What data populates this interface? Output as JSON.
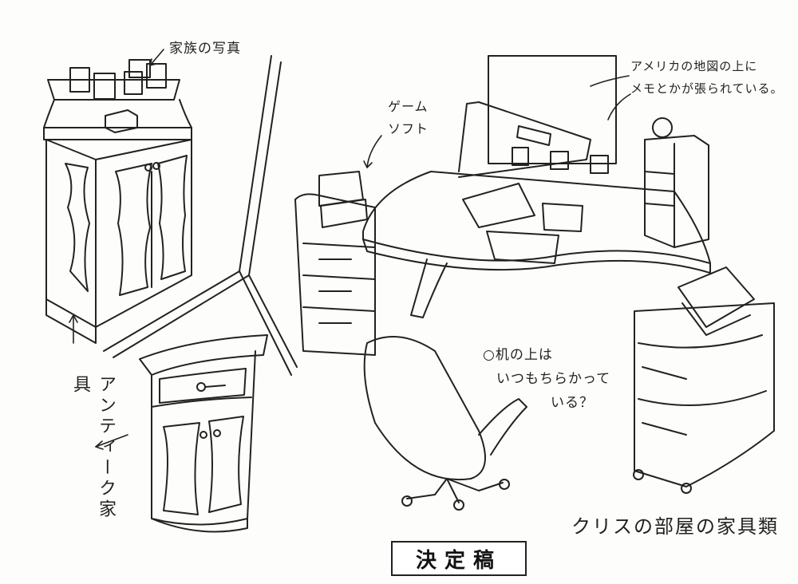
{
  "title": "クリスの部屋の家具類",
  "stamp": "決定稿",
  "annotations": {
    "family_photos": "家族の写真",
    "map_line1": "アメリカの地図の上に",
    "map_line2": "メモとかが張られている。",
    "game_soft_line1": "ゲーム",
    "game_soft_line2": "ソフト",
    "desk_line1": "○机の上は",
    "desk_line2": "いつもちらかって",
    "desk_line3": "いる？",
    "antique": "アンティーク家具"
  },
  "colors": {
    "ink": "#222222",
    "paper": "#fdfdfb"
  }
}
